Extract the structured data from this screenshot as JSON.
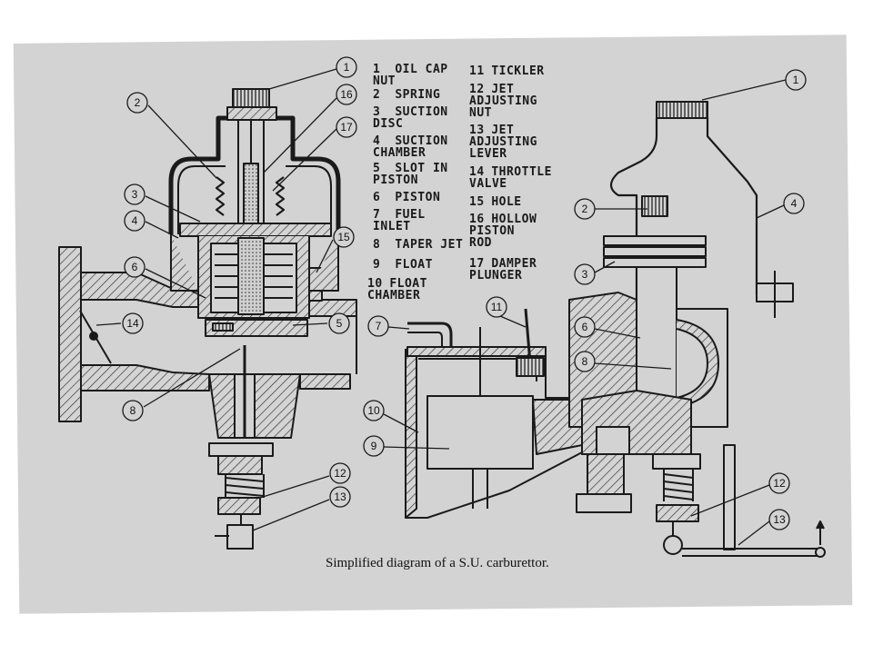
{
  "caption": "Simplified diagram of a S.U. carburettor.",
  "legend": [
    {
      "num": "1",
      "text": "OIL CAP\nNUT"
    },
    {
      "num": "2",
      "text": "SPRING"
    },
    {
      "num": "3",
      "text": "SUCTION\nDISC"
    },
    {
      "num": "4",
      "text": "SUCTION\nCHAMBER"
    },
    {
      "num": "5",
      "text": "SLOT IN\nPISTON"
    },
    {
      "num": "6",
      "text": "PISTON"
    },
    {
      "num": "7",
      "text": "FUEL\nINLET"
    },
    {
      "num": "8",
      "text": "TAPER JET"
    },
    {
      "num": "9",
      "text": "FLOAT"
    },
    {
      "num": "10",
      "text": "FLOAT\nCHAMBER"
    },
    {
      "num": "11",
      "text": "TICKLER"
    },
    {
      "num": "12",
      "text": "JET\nADJUSTING\nNUT"
    },
    {
      "num": "13",
      "text": "JET\nADJUSTING\nLEVER"
    },
    {
      "num": "14",
      "text": "THROTTLE\nVALVE"
    },
    {
      "num": "15",
      "text": "HOLE"
    },
    {
      "num": "16",
      "text": "HOLLOW\nPISTON\nROD"
    },
    {
      "num": "17",
      "text": "DAMPER\nPLUNGER"
    }
  ],
  "callouts": [
    "1",
    "2",
    "3",
    "4",
    "5",
    "6",
    "7",
    "8",
    "9",
    "10",
    "11",
    "12",
    "13",
    "14",
    "15",
    "16",
    "17"
  ]
}
